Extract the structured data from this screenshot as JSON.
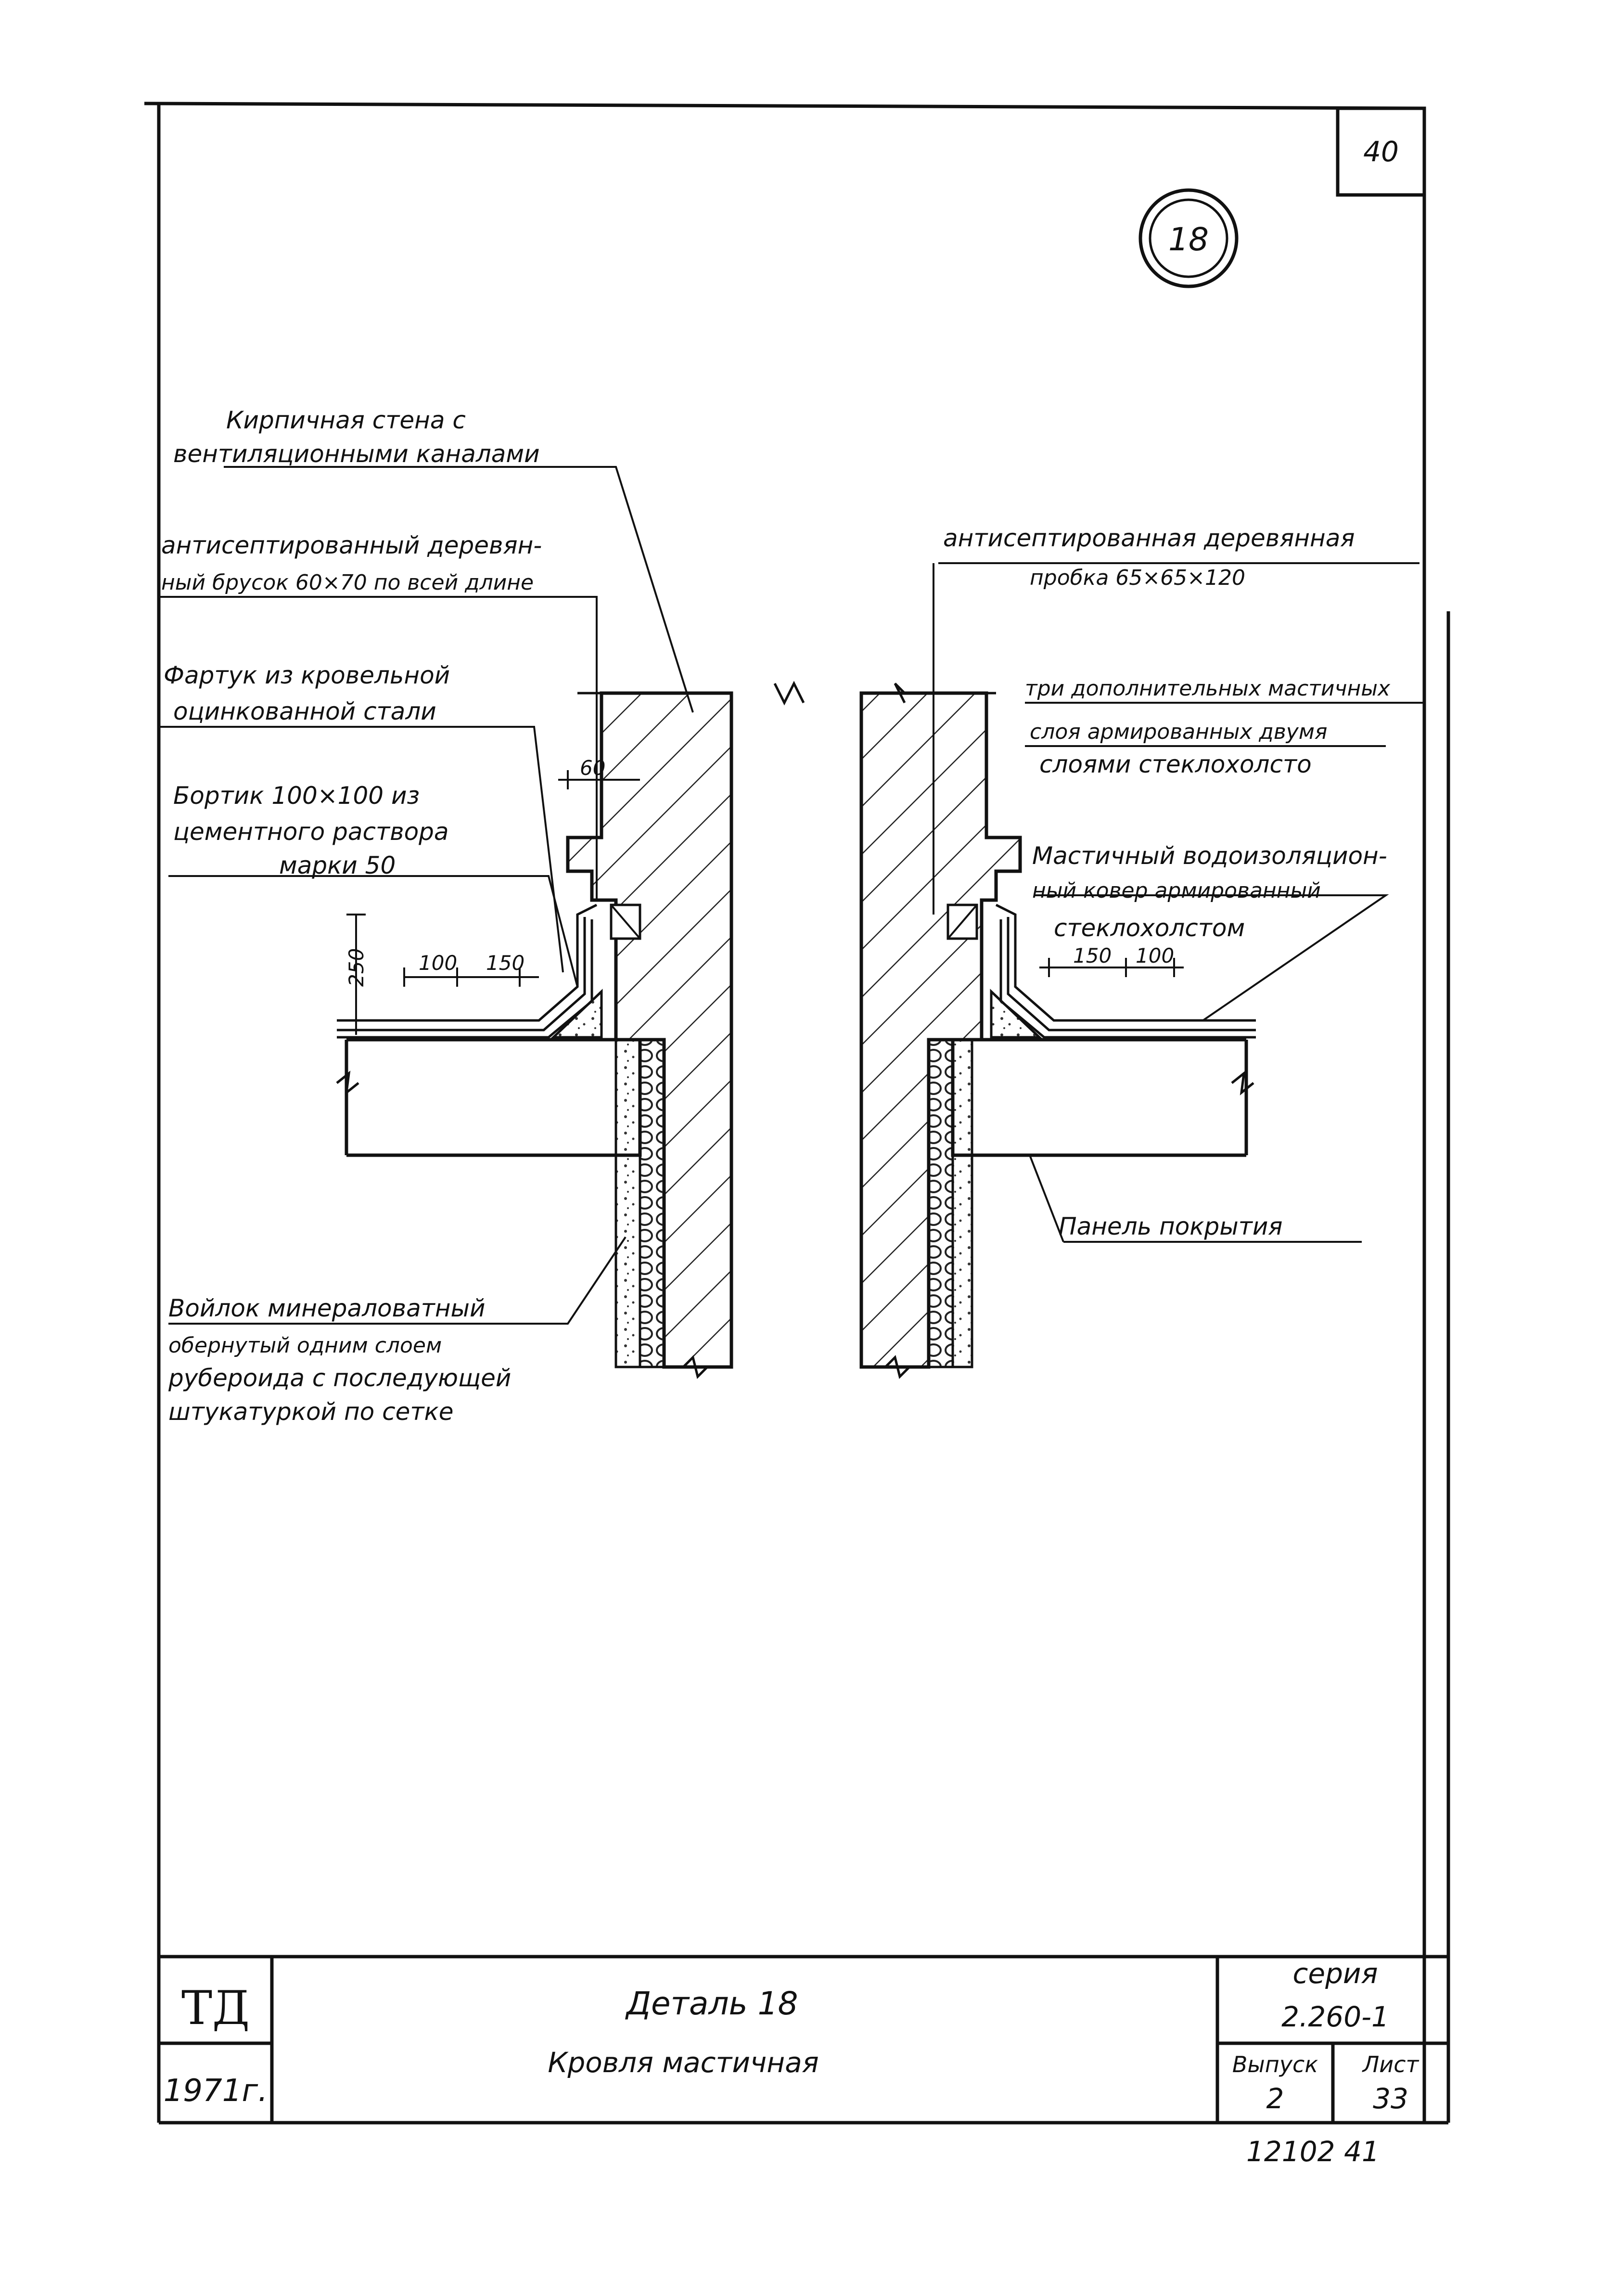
{
  "sheet_number": "40",
  "detail_marker": "18",
  "labels": {
    "brick_wall": [
      "Кирпичная стена с",
      "вентиляционными каналами"
    ],
    "timber_bar": [
      "антисептированный деревян-",
      "ный брусок 60×70 по всей длине"
    ],
    "timber_plug": [
      "антисептированная деревянная",
      "пробка 65×65×120"
    ],
    "apron": [
      "Фартук из кровельной",
      "оцинкованной стали"
    ],
    "mastic_layers": [
      "три дополнительных мастичных",
      "слоя армированных двумя",
      "слоями стеклохолсто"
    ],
    "curb": [
      "Бортик 100×100 из",
      "цементного раствора",
      "марки 50"
    ],
    "waterproof_carpet": [
      "Мастичный водоизоляцион-",
      "ный ковер армированный",
      "стеклохолстом"
    ],
    "roof_panel": "Панель покрытия",
    "felt": [
      "Войлок минераловатный",
      "обернутый одним слоем",
      "рубероида с последующей",
      "штукатуркой по сетке"
    ]
  },
  "dimensions": {
    "ledge": "60",
    "height": "250",
    "left_a": "100",
    "left_b": "150",
    "right_a": "150",
    "right_b": "100"
  },
  "title_block": {
    "logo": "ТД",
    "year": "1971г.",
    "title": "Деталь  18",
    "subtitle": "Кровля мастичная",
    "series_label": "серия",
    "series_value": "2.260-1",
    "issue_label": "Выпуск",
    "issue_value": "2",
    "sheet_label": "Лист",
    "sheet_value": "33"
  },
  "footer_code": "12102  41"
}
